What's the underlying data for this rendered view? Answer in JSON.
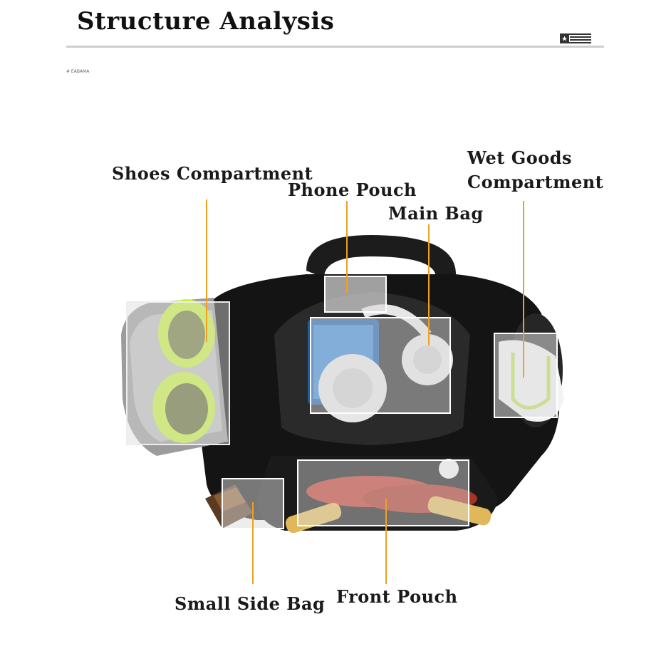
{
  "title": "Structure Analysis",
  "brand": "# EABAMA",
  "labels": {
    "shoes": "Shoes Compartment",
    "phone": "Phone Pouch",
    "main": "Main Bag",
    "wet_line1": "Wet Goods",
    "wet_line2": "Compartment",
    "side": "Small Side Bag",
    "front": "Front Pouch"
  },
  "colors": {
    "leader": "#f0a020",
    "bag_body": "#141414",
    "shoe_green": "#c8f040",
    "highlight_box": "#dcdcdc"
  },
  "icons": [
    "flag-icon"
  ]
}
